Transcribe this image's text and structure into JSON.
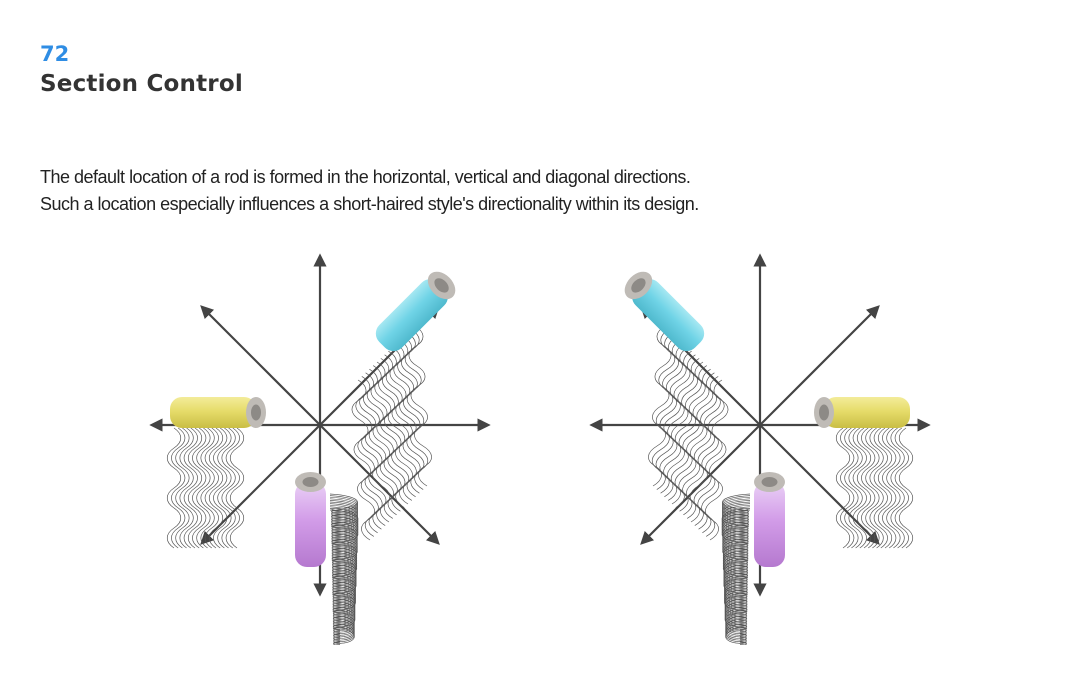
{
  "page": {
    "number": "72",
    "title": "Section Control"
  },
  "description": {
    "line1": "The default location of a rod is formed in the horizontal, vertical and diagonal directions.",
    "line2": "Such a location especially influences a short-haired style's directionality within its design."
  },
  "colors": {
    "accent": "#2f8de4",
    "axis": "#444444",
    "rod_yellow": "#e6dc6a",
    "rod_cyan": "#6fd3e6",
    "rod_purple": "#d29ce8",
    "rod_end": "#bfbbb6",
    "hair_line": "#555555"
  },
  "diagrams": [
    {
      "name": "left-direction-diagram",
      "orientation": "original",
      "rods": [
        "yellow-horizontal",
        "cyan-diagonal",
        "purple-vertical"
      ]
    },
    {
      "name": "right-direction-diagram",
      "orientation": "mirrored",
      "rods": [
        "yellow-horizontal",
        "cyan-diagonal",
        "purple-vertical"
      ]
    }
  ]
}
